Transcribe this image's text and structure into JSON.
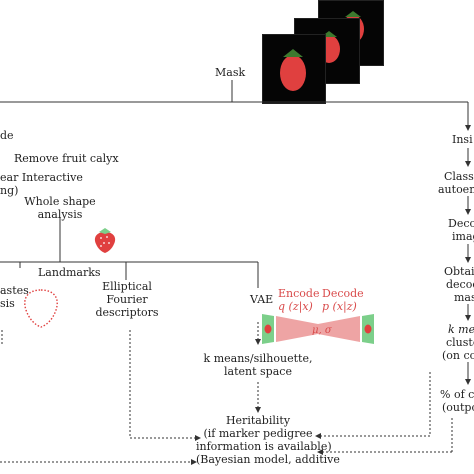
{
  "colors": {
    "line": "#333333",
    "red_text": "#d94a4a",
    "berry": "#e0403f",
    "photo_bg": "#050505",
    "band_green": "#7ccf8a",
    "band_red": "#e05a5a"
  },
  "top": {
    "mask": "Mask"
  },
  "left_branch": {
    "mode_partial": "de",
    "remove_calyx": "Remove fruit calyx",
    "interactive_1": "ear Interactive",
    "interactive_2": "ng)",
    "whole_shape_1": "Whole shape",
    "whole_shape_2": "analysis",
    "landmarks": "Landmarks",
    "procrustes_1": "astes",
    "procrustes_2": "sis",
    "elliptical_1": "Elliptical",
    "elliptical_2": "Fourier",
    "elliptical_3": "descriptors",
    "vae": "VAE",
    "encode_1": "Encode",
    "encode_2": "q (z|x)",
    "decode_1": "Decode",
    "decode_2": "p (x|z)",
    "latent_label": "μ, σ",
    "kmeans_1": "k means/silhouette,",
    "kmeans_2": "latent space",
    "herit_1": "Heritability",
    "herit_2": "(if marker pedigree",
    "herit_3": "information is available)",
    "herit_4": "(Bayesian model, additive"
  },
  "right_branch": {
    "inside": "Insi",
    "classify_1": "Classi",
    "classify_2": "autoenc",
    "decode_1": "Deco",
    "decode_2": "imag",
    "obtain_1": "Obtair",
    "obtain_2": "decod",
    "obtain_3": "mas",
    "kmeans_1": "k mean",
    "kmeans_2": "cluste",
    "kmeans_3": "(on co",
    "pct_1": "% of co",
    "pct_2": "(outpo"
  }
}
